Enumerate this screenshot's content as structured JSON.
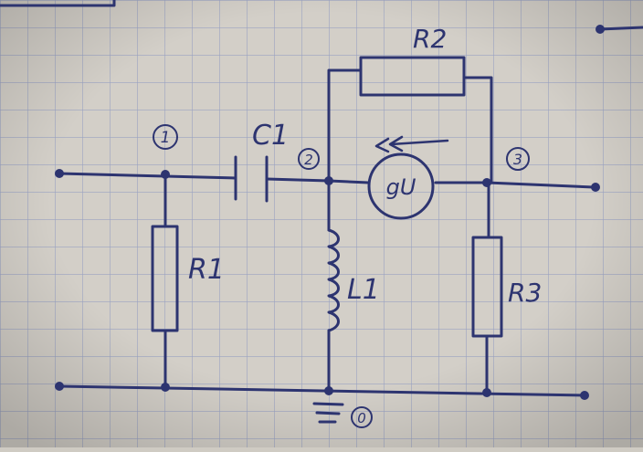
{
  "colors": {
    "paper": "#d3cfc8",
    "grid": "#9aa2c2",
    "ink": "#2d3470"
  },
  "nodes": {
    "n1": "1",
    "n2": "2",
    "n3": "3",
    "n0": "0"
  },
  "components": {
    "r1": "R1",
    "r2": "R2",
    "r3": "R3",
    "c1": "C1",
    "l1": "L1",
    "source": "gU"
  }
}
